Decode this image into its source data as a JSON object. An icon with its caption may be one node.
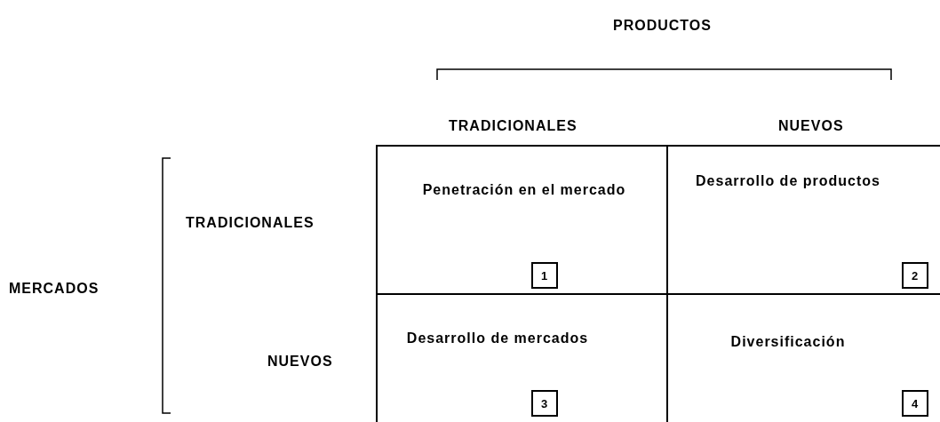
{
  "diagram": {
    "nodes": [
      {
        "text": [
          "Penetración en el mercado"
        ]
      },
      {
        "text": [
          "1"
        ],
        "in": 0
      },
      {
        "text": [
          "Desarrollo de productos"
        ]
      },
      {
        "text": [
          "2"
        ],
        "in": 2
      },
      {
        "text": [
          "Desarrollo de mercados"
        ]
      },
      {
        "text": [
          "3"
        ],
        "in": 4
      },
      {
        "text": [
          "Diversificación"
        ]
      },
      {
        "text": [
          "4"
        ],
        "in": 6
      }
    ],
    "edges": [],
    "labels": [
      "PRODUCTOS",
      "TRADICIONALES",
      "NUEVOS",
      "TRADICIONALES",
      "MERCADOS",
      "NUEVOS"
    ]
  }
}
